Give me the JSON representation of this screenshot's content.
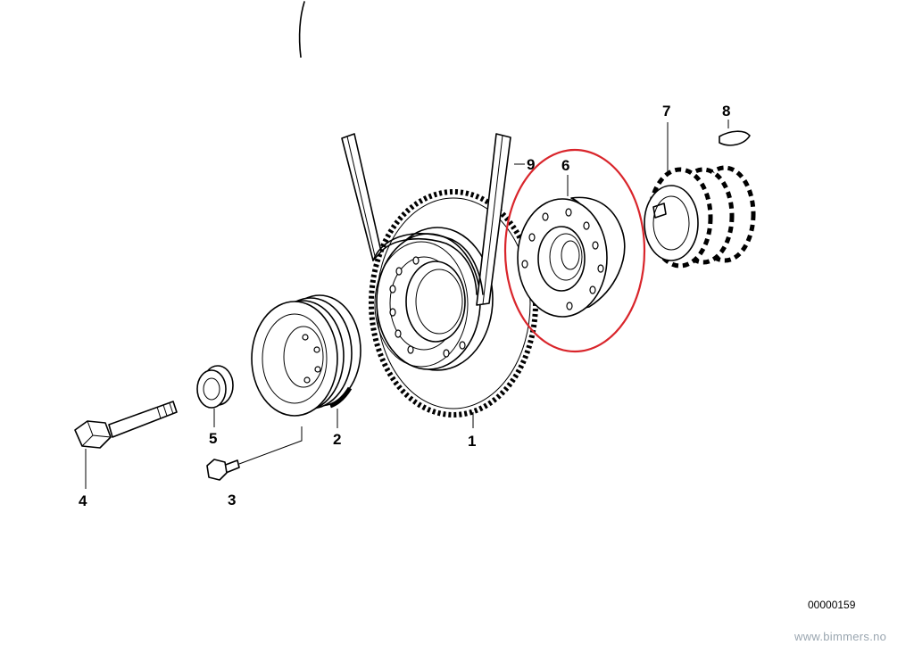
{
  "diagram": {
    "part_number": "00000159",
    "watermark": "www.bimmers.no",
    "highlight_color": "#d9252b",
    "callouts": [
      {
        "id": "c1",
        "label": "1",
        "part": "vibration damper / toothed pulley"
      },
      {
        "id": "c2",
        "label": "2",
        "part": "belt pulley"
      },
      {
        "id": "c3",
        "label": "3",
        "part": "bolt"
      },
      {
        "id": "c4",
        "label": "4",
        "part": "center bolt"
      },
      {
        "id": "c5",
        "label": "5",
        "part": "washer / spacer"
      },
      {
        "id": "c6",
        "label": "6",
        "part": "hub (highlighted)"
      },
      {
        "id": "c7",
        "label": "7",
        "part": "sprocket"
      },
      {
        "id": "c8",
        "label": "8",
        "part": "woodruff key"
      },
      {
        "id": "c9",
        "label": "9",
        "part": "v-belt"
      }
    ]
  }
}
